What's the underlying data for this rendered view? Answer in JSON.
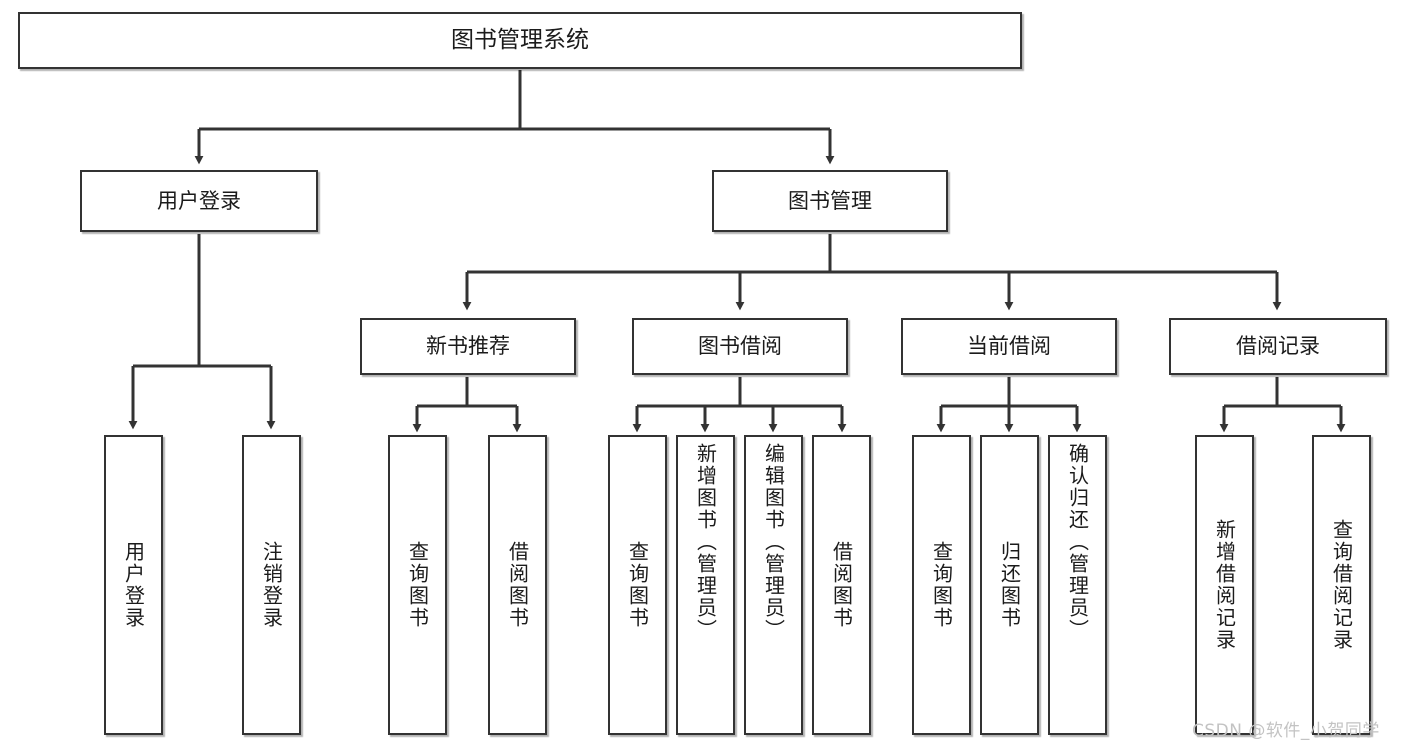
{
  "diagram": {
    "type": "tree",
    "title": "图书管理系统",
    "orientation": "top-down",
    "colors": {
      "stroke": "#333333",
      "fill": "#ffffff",
      "text": "#1b1b1b",
      "watermark": "#c3c3c3"
    },
    "root": {
      "label": "图书管理系统"
    },
    "level2": [
      {
        "label": "用户登录"
      },
      {
        "label": "图书管理"
      }
    ],
    "level3": [
      {
        "label": "新书推荐"
      },
      {
        "label": "图书借阅"
      },
      {
        "label": "当前借阅"
      },
      {
        "label": "借阅记录"
      }
    ],
    "leaves": {
      "user_login": [
        {
          "label": "用户登录"
        },
        {
          "label": "注销登录"
        }
      ],
      "new_book_recommend": [
        {
          "label": "查询图书"
        },
        {
          "label": "借阅图书"
        }
      ],
      "book_borrow": [
        {
          "label": "查询图书"
        },
        {
          "label": "新增图书（管理员）"
        },
        {
          "label": "编辑图书（管理员）"
        },
        {
          "label": "借阅图书"
        }
      ],
      "current_borrow": [
        {
          "label": "查询图书"
        },
        {
          "label": "归还图书"
        },
        {
          "label": "确认归还（管理员）"
        }
      ],
      "borrow_record": [
        {
          "label": "新增借阅记录"
        },
        {
          "label": "查询借阅记录"
        }
      ]
    },
    "watermark": "CSDN @软件_小贺同学"
  }
}
